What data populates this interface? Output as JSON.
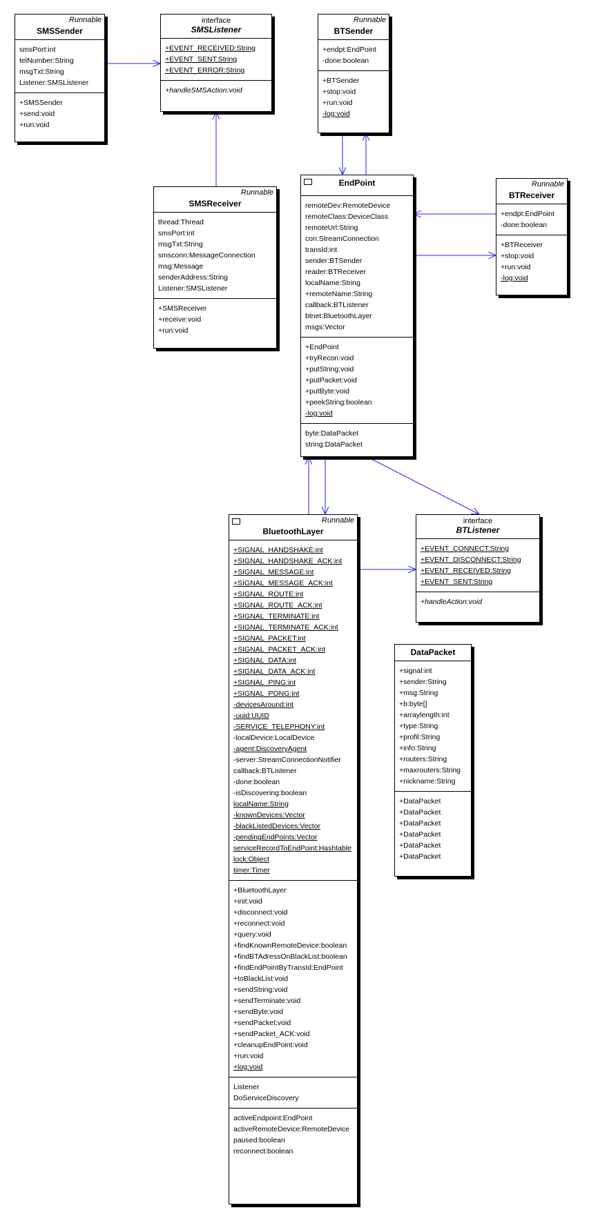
{
  "classes": {
    "sms_sender": {
      "stereotype": "Runnable",
      "name": "SMSSender",
      "attributes": [
        "smsPort:int",
        "telNumber:String",
        "msgTxt:String",
        "Listener:SMSListener"
      ],
      "operations": [
        "+SMSSender",
        "+send:void",
        "+run:void"
      ]
    },
    "sms_listener": {
      "keyword": "interface",
      "name": "SMSListener",
      "attributes": [
        "+EVENT_RECEIVED:String",
        "+EVENT_SENT:String",
        "+EVENT_ERROR:String"
      ],
      "operations": [
        "+handleSMSAction:void"
      ]
    },
    "bt_sender": {
      "stereotype": "Runnable",
      "name": "BTSender",
      "attributes": [
        "+endpt:EndPoint",
        "-done:boolean"
      ],
      "operations": [
        "+BTSender",
        "+stop:void",
        "+run:void",
        "-log:void"
      ]
    },
    "sms_receiver": {
      "stereotype": "Runnable",
      "name": "SMSReceiver",
      "attributes": [
        "thread:Thread",
        "smsPort:int",
        "msgTxt:String",
        "smsconn:MessageConnection",
        "msg:Message",
        "senderAddress:String",
        "Listener:SMSListener"
      ],
      "operations": [
        "+SMSReceiver",
        "+receive:void",
        "+run:void"
      ]
    },
    "end_point": {
      "name": "EndPoint",
      "attributes": [
        "remoteDev:RemoteDevice",
        "remoteClass:DeviceClass",
        "remoteUrl:String",
        "con:StreamConnection",
        "transId:int",
        "sender:BTSender",
        "reader:BTReceiver",
        "localName:String",
        "+remoteName:String",
        "callback:BTListener",
        "btnet:BluetoothLayer",
        "msgs:Vector"
      ],
      "operations": [
        "+EndPoint",
        "+tryRecon:void",
        "+putString:void",
        "+putPacket:void",
        "+putByte:void",
        "+peekString:boolean",
        "-log:void"
      ],
      "extra": [
        "byte:DataPacket",
        "string:DataPacket"
      ]
    },
    "bt_receiver": {
      "stereotype": "Runnable",
      "name": "BTReceiver",
      "attributes": [
        "+endpt:EndPoint",
        "-done:boolean"
      ],
      "operations": [
        "+BTReceiver",
        "+stop:void",
        "+run:void",
        "-log:void"
      ]
    },
    "bluetooth_layer": {
      "stereotype": "Runnable",
      "name": "BluetoothLayer",
      "attributes": [
        "+SIGNAL_HANDSHAKE:int",
        "+SIGNAL_HANDSHAKE_ACK:int",
        "+SIGNAL_MESSAGE:int",
        "+SIGNAL_MESSAGE_ACK:int",
        "+SIGNAL_ROUTE:int",
        "+SIGNAL_ROUTE_ACK:int",
        "+SIGNAL_TERMINATE:int",
        "+SIGNAL_TERMINATE_ACK:int",
        "+SIGNAL_PACKET:int",
        "+SIGNAL_PACKET_ACK:int",
        "+SIGNAL_DATA:int",
        "+SIGNAL_DATA_ACK:int",
        "+SIGNAL_PING:int",
        "+SIGNAL_PONG:int",
        "-devicesAround:int",
        "-uuid:UUID",
        "-SERVICE_TELEPHONY:int",
        "-localDevice:LocalDevice",
        "-agent:DiscoveryAgent",
        "-server:StreamConnectionNotifier",
        "callback:BTListener",
        "-done:boolean",
        "-isDiscovering:boolean",
        "localName:String",
        "-knownDevices:Vector",
        "-blackListedDevices:Vector",
        "-pendingEndPoints:Vector",
        "serviceRecordToEndPoint:Hashtable",
        "lock:Object",
        "timer:Timer"
      ],
      "operations": [
        "+BluetoothLayer",
        "+init:void",
        "+disconnect:void",
        "+reconnect:void",
        "+query:void",
        "+findKnownRemoteDevice:boolean",
        "+findBTAdressOnBlackList:boolean",
        "+findEndPointByTransId:EndPoint",
        "+toBlackList:void",
        "+sendString:void",
        "+sendTerminate:void",
        "+sendByte:void",
        "+sendPacket:void",
        "+sendPacket_ACK:void",
        "+cleanupEndPoint:void",
        "+run:void",
        "+log:void"
      ],
      "inner": [
        "Listener",
        "DoServiceDiscovery"
      ],
      "extra": [
        "activeEndpoint:EndPoint",
        "activeRemoteDevice:RemoteDevice",
        "paused:boolean",
        "reconnect:boolean"
      ]
    },
    "bt_listener": {
      "keyword": "interface",
      "name": "BTListener",
      "attributes": [
        "+EVENT_CONNECT:String",
        "+EVENT_DISCONNECT:String",
        "+EVENT_RECEIVED:String",
        "+EVENT_SENT:String"
      ],
      "operations": [
        "+handleAction:void"
      ]
    },
    "data_packet": {
      "name": "DataPacket",
      "attributes": [
        "+signal:int",
        "+sender:String",
        "+msg:String",
        "+b:byte[]",
        "+arraylength:int",
        "+type:String",
        "+profil:String",
        "+info:String",
        "+routers:String",
        "+maxrouters:String",
        "+nickname:String"
      ],
      "operations": [
        "+DataPacket",
        "+DataPacket",
        "+DataPacket",
        "+DataPacket",
        "+DataPacket",
        "+DataPacket"
      ]
    }
  },
  "colors": {
    "connector": "#1f1fff",
    "border": "#000000"
  },
  "underlined": {
    "sms_listener": [
      "+EVENT_RECEIVED:String",
      "+EVENT_SENT:String",
      "+EVENT_ERROR:String"
    ],
    "bt_sender": [
      "-log:void"
    ],
    "end_point": [
      "-log:void"
    ],
    "bt_receiver": [
      "-log:void"
    ],
    "bt_listener": [
      "+EVENT_CONNECT:String",
      "+EVENT_DISCONNECT:String",
      "+EVENT_RECEIVED:String",
      "+EVENT_SENT:String"
    ],
    "bluetooth_layer": [
      "+SIGNAL_HANDSHAKE:int",
      "+SIGNAL_HANDSHAKE_ACK:int",
      "+SIGNAL_MESSAGE:int",
      "+SIGNAL_MESSAGE_ACK:int",
      "+SIGNAL_ROUTE:int",
      "+SIGNAL_ROUTE_ACK:int",
      "+SIGNAL_TERMINATE:int",
      "+SIGNAL_TERMINATE_ACK:int",
      "+SIGNAL_PACKET:int",
      "+SIGNAL_PACKET_ACK:int",
      "+SIGNAL_DATA:int",
      "+SIGNAL_DATA_ACK:int",
      "+SIGNAL_PING:int",
      "+SIGNAL_PONG:int",
      "-devicesAround:int",
      "-uuid:UUID",
      "-SERVICE_TELEPHONY:int",
      "-agent:DiscoveryAgent",
      "localName:String",
      "-knownDevices:Vector",
      "-blackListedDevices:Vector",
      "-pendingEndPoints:Vector",
      "serviceRecordToEndPoint:Hashtable",
      "lock:Object",
      "timer:Timer",
      "+log:void"
    ]
  },
  "italic_ops": [
    "sms_listener",
    "bt_listener"
  ]
}
